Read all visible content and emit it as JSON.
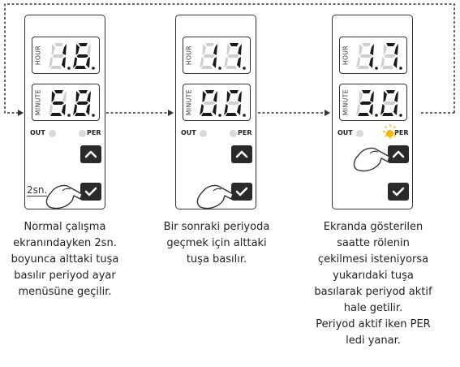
{
  "panels": [
    {
      "hour_label": "HOUR",
      "minute_label": "MINUTE",
      "hour_digits": "16",
      "minute_digits": "58",
      "out_label": "OUT",
      "per_label": "PER",
      "per_led_on": false,
      "press_hint": "2sn.",
      "pressed_button": "ok",
      "caption": [
        "Normal çalışma",
        "ekranındayken 2sn.",
        "boyunca alttaki tuşa",
        "basılır periyod ayar",
        "menüsüne geçilir."
      ]
    },
    {
      "hour_label": "HOUR",
      "minute_label": "MINUTE",
      "hour_digits": "17",
      "minute_digits": "00",
      "out_label": "OUT",
      "per_label": "PER",
      "per_led_on": false,
      "pressed_button": "ok",
      "caption": [
        "Bir sonraki periyoda",
        "geçmek için alttaki",
        "tuşa basılır."
      ]
    },
    {
      "hour_label": "HOUR",
      "minute_label": "MINUTE",
      "hour_digits": "17",
      "minute_digits": "30",
      "out_label": "OUT",
      "per_label": "PER",
      "per_led_on": true,
      "pressed_button": "up",
      "caption": [
        "Ekranda gösterilen",
        "saatte rölenin",
        "çekilmesi isteniyorsa",
        "yukarıdaki tuşa",
        "basılarak periyod aktif",
        "hale getilir.",
        "Periyod aktif iken PER",
        "ledi yanar."
      ]
    }
  ],
  "colors": {
    "panel_border": "#333333",
    "button_fill": "#2a2a2a",
    "segment_on": "#1a1a1a",
    "segment_off": "#cfcfcf",
    "led_off": "#d8d8d8",
    "led_on": "#f4b400"
  }
}
